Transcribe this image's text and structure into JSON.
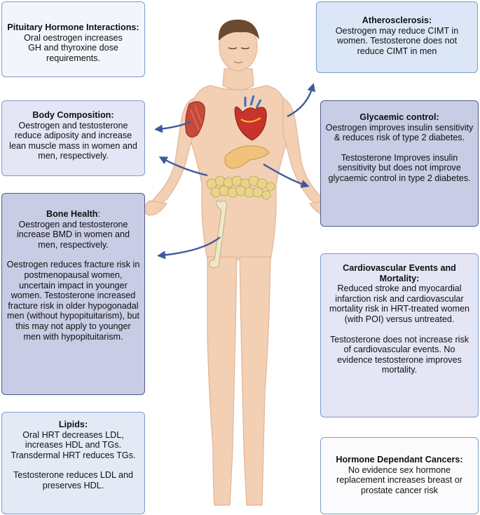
{
  "colors": {
    "skin": "#f3cfb3",
    "skin_shadow": "#e3b596",
    "hair": "#6b4a30",
    "arrow": "#3d5a9e",
    "box_border": "#7f9bc9",
    "bone": "#efe7c9",
    "fat": "#e9d58a",
    "pancreas": "#f0c27a",
    "heart": "#c8332c",
    "muscle": "#c44a3a"
  },
  "icons": [
    "human-figure",
    "heart-icon",
    "muscle-icon",
    "pancreas-icon",
    "adipose-icon",
    "femur-bone-icon"
  ],
  "boxes": {
    "pituitary": {
      "title": "Pituitary Hormone Interactions:",
      "paragraphs": [
        "Oral oestrogen increases GH and thyroxine dose requirements."
      ]
    },
    "atherosclerosis": {
      "title": "Atherosclerosis:",
      "paragraphs": [
        "Oestrogen may reduce CIMT in women. Testosterone does not reduce CIMT in men"
      ]
    },
    "body_composition": {
      "title": "Body Composition:",
      "paragraphs": [
        "Oestrogen and testosterone reduce adiposity and increase lean muscle mass in women and men, respectively."
      ]
    },
    "glycaemic": {
      "title": "Glycaemic  control:",
      "paragraphs": [
        "Oestrogen improves insulin sensitivity & reduces risk of type 2 diabetes.",
        "Testosterone Improves insulin sensitivity but does not improve glycaemic control in type 2 diabetes."
      ]
    },
    "bone_health": {
      "title": "Bone Health",
      "title_suffix": ":",
      "paragraphs": [
        "Oestrogen and testosterone increase BMD in women and men, respectively.",
        "Oestrogen reduces fracture risk in postmenopausal women, uncertain impact in younger women. Testosterone increased fracture risk in older hypogonadal men (without hypopituitarism), but this may not apply to younger men with hypopituitarism."
      ]
    },
    "cardiovascular": {
      "title": "Cardiovascular Events and Mortality:",
      "paragraphs": [
        "Reduced stroke and myocardial infarction risk  and cardiovascular mortality risk in HRT-treated women (with POI) versus untreated.",
        "Testosterone does not increase risk of cardiovascular events. No evidence testosterone improves mortality."
      ]
    },
    "lipids": {
      "title": "Lipids:",
      "paragraphs": [
        "Oral HRT decreases LDL, increases HDL and TGs. Transdermal HRT reduces TGs.",
        "Testosterone reduces LDL and preserves HDL."
      ]
    },
    "cancers": {
      "title": "Hormone Dependant Cancers:",
      "paragraphs": [
        "No evidence sex hormone replacement increases breast or prostate cancer risk"
      ]
    }
  }
}
